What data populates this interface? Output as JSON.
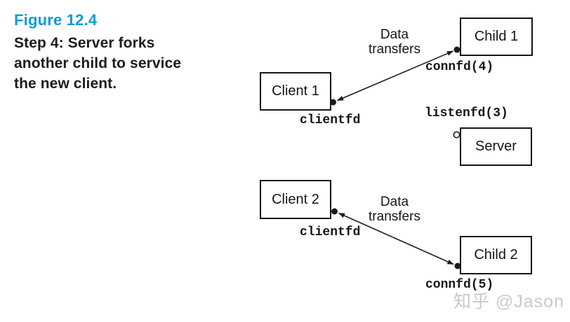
{
  "caption": {
    "figure_label": "Figure 12.4",
    "lines": [
      "Step 4: Server forks",
      "another child to service",
      "the new client."
    ],
    "accent_color": "#119bd2",
    "text_color": "#1c1c1c"
  },
  "diagram": {
    "boxes": [
      {
        "id": "client1",
        "label": "Client 1"
      },
      {
        "id": "child1",
        "label": "Child 1"
      },
      {
        "id": "server",
        "label": "Server"
      },
      {
        "id": "client2",
        "label": "Client 2"
      },
      {
        "id": "child2",
        "label": "Child 2"
      }
    ],
    "labels": {
      "data_transfers_top": "Data\ntransfers",
      "data_transfers_bottom": "Data\ntransfers",
      "connfd4": "connfd(4)",
      "clientfd_top": "clientfd",
      "listenfd3": "listenfd(3)",
      "clientfd_bottom": "clientfd",
      "connfd5": "connfd(5)"
    },
    "line_color": "#1a1a1a"
  },
  "watermark": {
    "text": "知乎 @Jason",
    "color": "#c9c9c9"
  }
}
